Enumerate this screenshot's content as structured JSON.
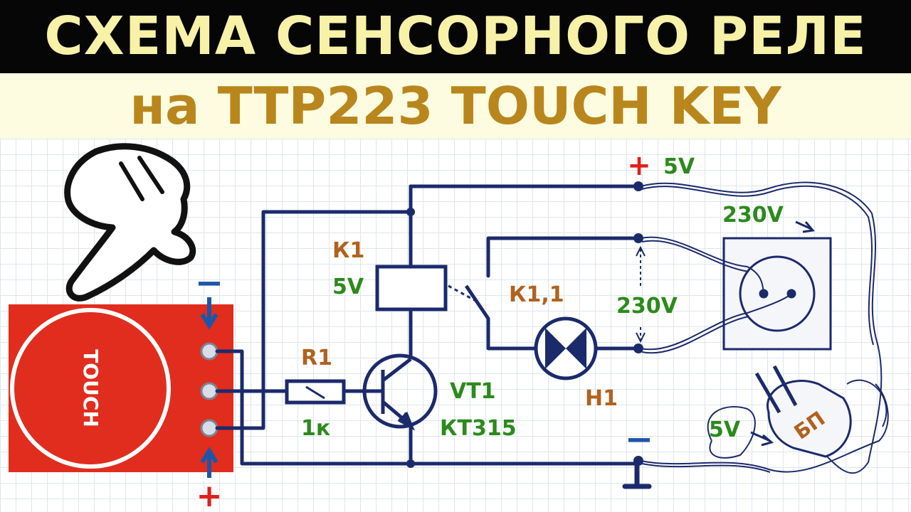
{
  "header": {
    "line1": "СХЕМА СЕНСОРНОГО РЕЛЕ",
    "line2": "на TTP223 TOUCH KEY"
  },
  "module": {
    "label": "TOUCH"
  },
  "labels": {
    "plus_top": "+",
    "v5_top": "5V",
    "v230_socket": "230V",
    "k1": "К1",
    "k1_voltage": "5V",
    "k1_contact": "К1,1",
    "v230_mid": "230V",
    "r1": "R1",
    "r1_value": "1к",
    "vt1": "VT1",
    "vt1_type": "КТ315",
    "h1": "H1",
    "minus_right": "−",
    "v5_psu": "5V",
    "psu": "БП",
    "module_minus": "−",
    "module_plus": "+"
  },
  "colors": {
    "title_bg": "#060606",
    "title_text": "#f7f2a8",
    "subtitle_text": "#b8861c",
    "wire": "#1b2a6b",
    "pcb_red": "#e02d1e",
    "label_orange": "#b0621e",
    "label_green": "#2c8a1c",
    "plus_red": "#e0201a",
    "minus_blue": "#1d56a8"
  }
}
